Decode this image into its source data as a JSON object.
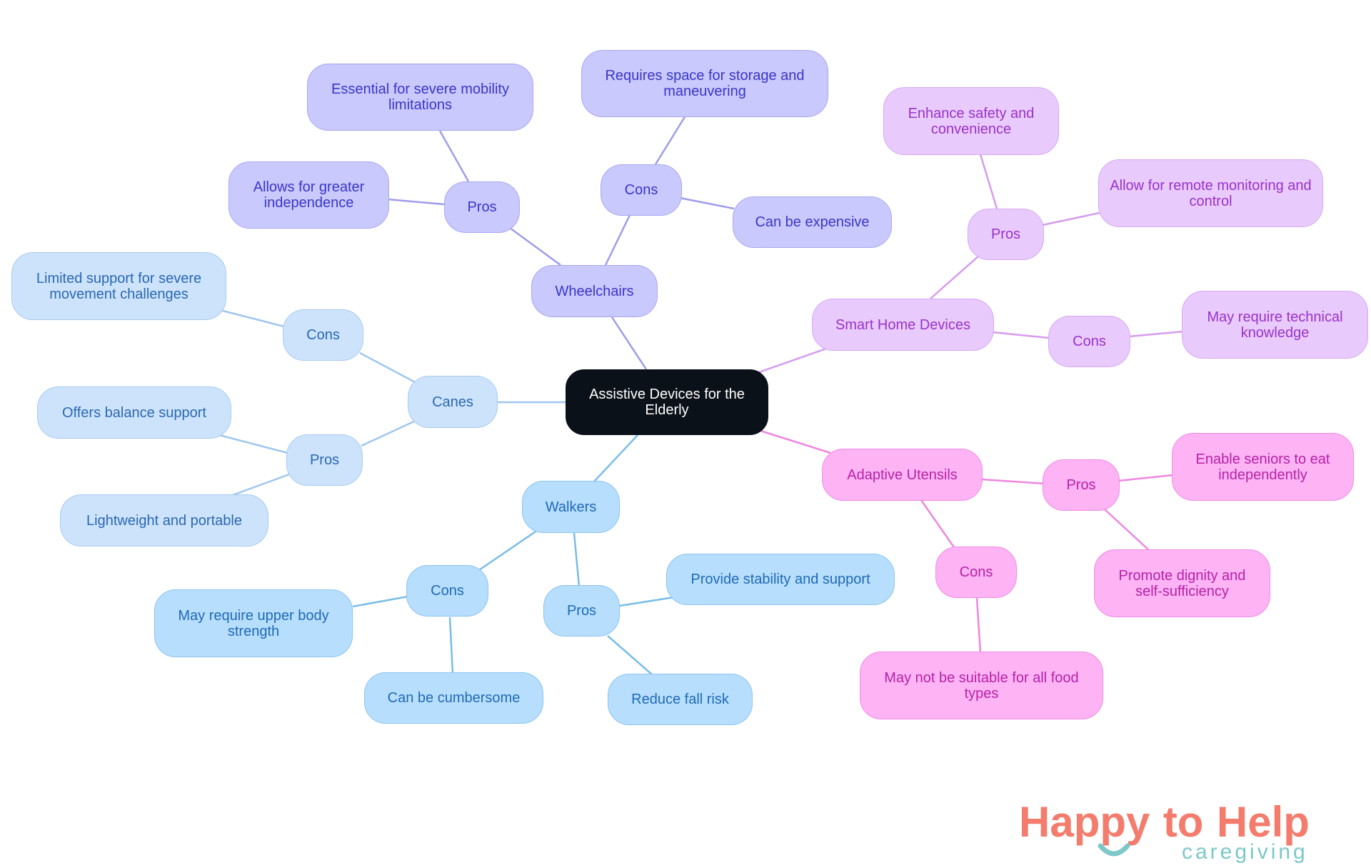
{
  "mindmap": {
    "root": "Assistive Devices for the Elderly",
    "branches": {
      "wheelchairs": {
        "label": "Wheelchairs",
        "pros": {
          "label": "Pros",
          "items": [
            "Essential for severe mobility limitations",
            "Allows for greater independence"
          ]
        },
        "cons": {
          "label": "Cons",
          "items": [
            "Requires space for storage and maneuvering",
            "Can be expensive"
          ]
        }
      },
      "smart_home": {
        "label": "Smart Home Devices",
        "pros": {
          "label": "Pros",
          "items": [
            "Enhance safety and convenience",
            "Allow for remote monitoring and control"
          ]
        },
        "cons": {
          "label": "Cons",
          "items": [
            "May require technical knowledge"
          ]
        }
      },
      "adaptive_utensils": {
        "label": "Adaptive Utensils",
        "pros": {
          "label": "Pros",
          "items": [
            "Enable seniors to eat independently",
            "Promote dignity and self-sufficiency"
          ]
        },
        "cons": {
          "label": "Cons",
          "items": [
            "May not be suitable for all food types"
          ]
        }
      },
      "walkers": {
        "label": "Walkers",
        "pros": {
          "label": "Pros",
          "items": [
            "Provide stability and support",
            "Reduce fall risk"
          ]
        },
        "cons": {
          "label": "Cons",
          "items": [
            "May require upper body strength",
            "Can be cumbersome"
          ]
        }
      },
      "canes": {
        "label": "Canes",
        "pros": {
          "label": "Pros",
          "items": [
            "Offers balance support",
            "Lightweight and portable"
          ]
        },
        "cons": {
          "label": "Cons",
          "items": [
            "Limited support for severe movement challenges"
          ]
        }
      }
    }
  },
  "colors": {
    "root": "#0b1119",
    "wheelchairs": "#9d9ceb",
    "smart_home": "#d59bef",
    "adaptive_utensils": "#ee86de",
    "walkers": "#78bde8",
    "canes": "#9fc7ee"
  },
  "logo": {
    "word_happy": "Happy",
    "word_to": "to",
    "word_help": "Help",
    "subtitle": "caregiving"
  }
}
